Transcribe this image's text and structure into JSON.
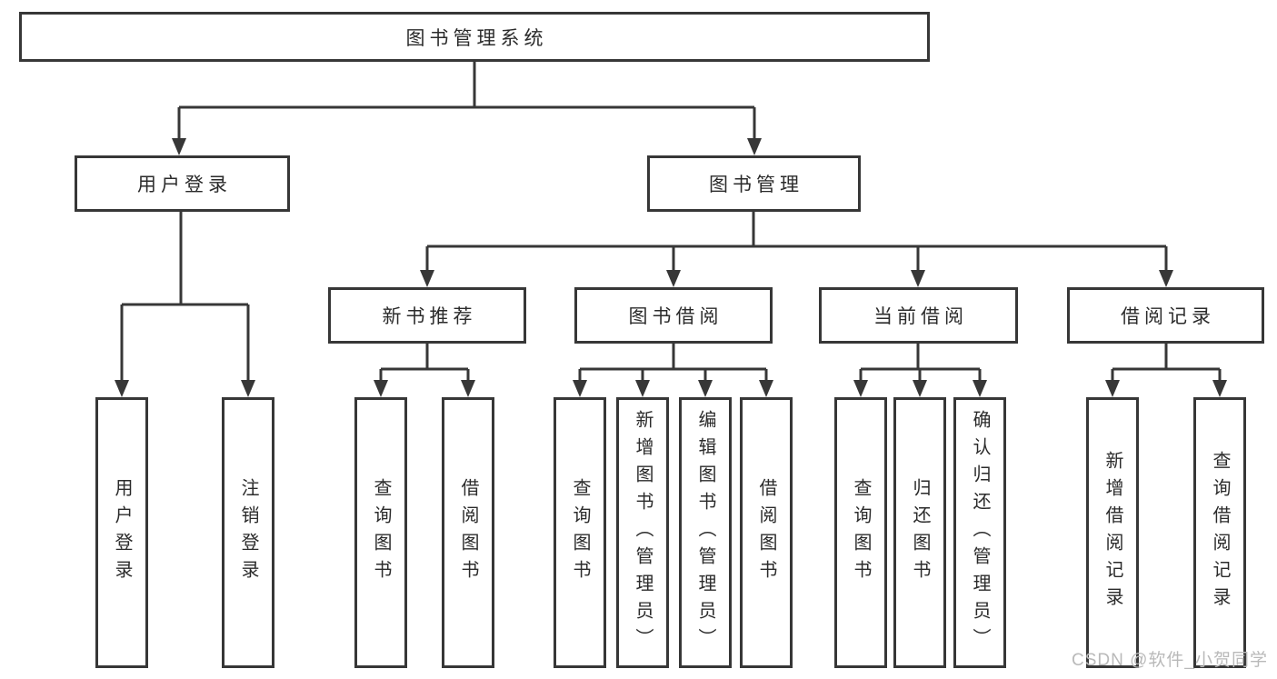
{
  "tree": {
    "label": "图书管理系统",
    "children": [
      {
        "label": "用户登录",
        "children": [
          {
            "label": "用户登录"
          },
          {
            "label": "注销登录"
          }
        ]
      },
      {
        "label": "图书管理",
        "children": [
          {
            "label": "新书推荐",
            "children": [
              {
                "label": "查询图书"
              },
              {
                "label": "借阅图书"
              }
            ]
          },
          {
            "label": "图书借阅",
            "children": [
              {
                "label": "查询图书"
              },
              {
                "label": "新增图书（管理员）"
              },
              {
                "label": "编辑图书（管理员）"
              },
              {
                "label": "借阅图书"
              }
            ]
          },
          {
            "label": "当前借阅",
            "children": [
              {
                "label": "查询图书"
              },
              {
                "label": "归还图书"
              },
              {
                "label": "确认归还（管理员）"
              }
            ]
          },
          {
            "label": "借阅记录",
            "children": [
              {
                "label": "新增借阅记录"
              },
              {
                "label": "查询借阅记录"
              }
            ]
          }
        ]
      }
    ]
  },
  "watermark": {
    "text": "CSDN @软件_小贺同学"
  },
  "colors": {
    "line": "#373737",
    "text": "#2b2b2b",
    "watermark": "#b9b9b9",
    "background": "#ffffff"
  }
}
